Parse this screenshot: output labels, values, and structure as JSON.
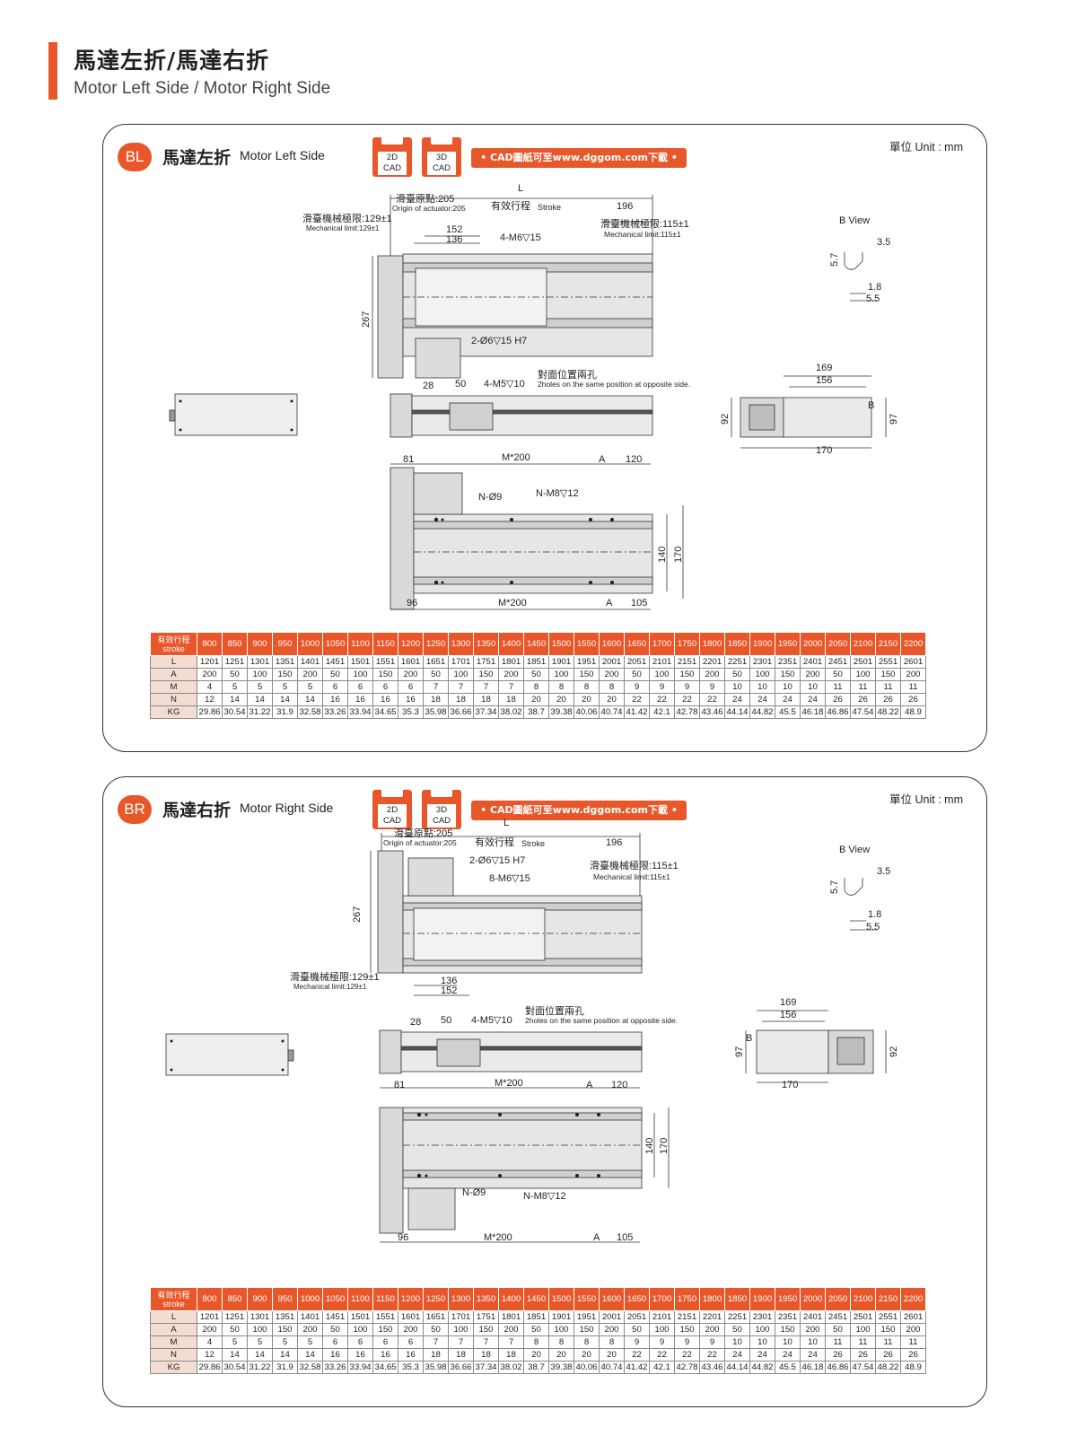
{
  "header": {
    "title": "馬達左折/馬達右折",
    "subtitle": "Motor Left Side / Motor Right Side"
  },
  "cad_badges": {
    "d2_top": "2D",
    "d3_top": "3D",
    "cad": "CAD",
    "link_text": "CAD圖紙可至www.dggom.com下載"
  },
  "accent_color": "#e8572a",
  "panels": [
    {
      "badge": "BL",
      "title_cn": "馬達左折",
      "title_en": "Motor Left Side",
      "unit": "單位 Unit : mm",
      "labels": {
        "L": "L",
        "origin_cn": "滑臺原點:205",
        "origin_en": "Origin of actuator:205",
        "stroke_cn": "有效行程",
        "stroke_en": "Stroke",
        "d196": "196",
        "mech_left_cn": "滑臺機械極限:129±1",
        "mech_left_en": "Mechanical limit:129±1",
        "mech_right_cn": "滑臺機械極限:115±1",
        "mech_right_en": "Mechanical limit:115±1",
        "d152": "152",
        "d136": "136",
        "m6": "4-M6▽15",
        "d267": "267",
        "pin": "2-Ø6▽15 H7",
        "bview": "B  View",
        "d35": "3.5",
        "d57": "5.7",
        "d18": "1.8",
        "d55": "5.5",
        "d28": "28",
        "d50": "50",
        "m5": "4-M5▽10",
        "opp_cn": "對面位置兩孔",
        "opp_en": "2holes on the same position at opposite side.",
        "d169": "169",
        "d156": "156",
        "d92": "92",
        "d97": "97",
        "d170": "170",
        "B": "B",
        "d81": "81",
        "m200": "M*200",
        "A": "A",
        "d120": "120",
        "n9": "N-Ø9",
        "nm8": "N-M8▽12",
        "d140": "140",
        "d170b": "170",
        "d96": "96",
        "d105": "105"
      }
    },
    {
      "badge": "BR",
      "title_cn": "馬達右折",
      "title_en": "Motor Right Side",
      "unit": "單位 Unit : mm",
      "labels": {
        "L": "L",
        "origin_cn": "滑臺原點:205",
        "origin_en": "Origin of actuator:205",
        "stroke_cn": "有效行程",
        "stroke_en": "Stroke",
        "d196": "196",
        "pin": "2-Ø6▽15 H7",
        "m6": "8-M6▽15",
        "mech_right_cn": "滑臺機械極限:115±1",
        "mech_right_en": "Mechanical limit:115±1",
        "d267": "267",
        "mech_left_cn": "滑臺機械極限:129±1",
        "mech_left_en": "Mechanical limit:129±1",
        "d136": "136",
        "d152": "152",
        "bview": "B  View",
        "d35": "3.5",
        "d57": "5.7",
        "d18": "1.8",
        "d55": "5.5",
        "d28": "28",
        "d50": "50",
        "m5": "4-M5▽10",
        "opp_cn": "對面位置兩孔",
        "opp_en": "2holes on the same position at opposite side.",
        "d169": "169",
        "d156": "156",
        "d97": "97",
        "d92": "92",
        "d170": "170",
        "B": "B",
        "d81": "81",
        "m200": "M*200",
        "A": "A",
        "d120": "120",
        "n9": "N-Ø9",
        "nm8": "N-M8▽12",
        "d140": "140",
        "d170b": "170",
        "d96": "96",
        "d105": "105"
      }
    }
  ],
  "spec_table": {
    "stroke_header_cn": "有效行程",
    "stroke_header_en": "stroke",
    "strokes": [
      "800",
      "850",
      "900",
      "950",
      "1000",
      "1050",
      "1100",
      "1150",
      "1200",
      "1250",
      "1300",
      "1350",
      "1400",
      "1450",
      "1500",
      "1550",
      "1600",
      "1650",
      "1700",
      "1750",
      "1800",
      "1850",
      "1900",
      "1950",
      "2000",
      "2050",
      "2100",
      "2150",
      "2200"
    ],
    "rows": [
      {
        "label": "L",
        "values": [
          "1201",
          "1251",
          "1301",
          "1351",
          "1401",
          "1451",
          "1501",
          "1551",
          "1601",
          "1651",
          "1701",
          "1751",
          "1801",
          "1851",
          "1901",
          "1951",
          "2001",
          "2051",
          "2101",
          "2151",
          "2201",
          "2251",
          "2301",
          "2351",
          "2401",
          "2451",
          "2501",
          "2551",
          "2601"
        ]
      },
      {
        "label": "A",
        "values": [
          "200",
          "50",
          "100",
          "150",
          "200",
          "50",
          "100",
          "150",
          "200",
          "50",
          "100",
          "150",
          "200",
          "50",
          "100",
          "150",
          "200",
          "50",
          "100",
          "150",
          "200",
          "50",
          "100",
          "150",
          "200",
          "50",
          "100",
          "150",
          "200"
        ]
      },
      {
        "label": "M",
        "values": [
          "4",
          "5",
          "5",
          "5",
          "5",
          "6",
          "6",
          "6",
          "6",
          "7",
          "7",
          "7",
          "7",
          "8",
          "8",
          "8",
          "8",
          "9",
          "9",
          "9",
          "9",
          "10",
          "10",
          "10",
          "10",
          "11",
          "11",
          "11",
          "11"
        ]
      },
      {
        "label": "N",
        "values": [
          "12",
          "14",
          "14",
          "14",
          "14",
          "16",
          "16",
          "16",
          "16",
          "18",
          "18",
          "18",
          "18",
          "20",
          "20",
          "20",
          "20",
          "22",
          "22",
          "22",
          "22",
          "24",
          "24",
          "24",
          "24",
          "26",
          "26",
          "26",
          "26"
        ]
      },
      {
        "label": "KG",
        "values": [
          "29.86",
          "30.54",
          "31.22",
          "31.9",
          "32.58",
          "33.26",
          "33.94",
          "34.65",
          "35.3",
          "35.98",
          "36.66",
          "37.34",
          "38.02",
          "38.7",
          "39.38",
          "40.06",
          "40.74",
          "41.42",
          "42.1",
          "42.78",
          "43.46",
          "44.14",
          "44.82",
          "45.5",
          "46.18",
          "46.86",
          "47.54",
          "48.22",
          "48.9"
        ]
      }
    ]
  }
}
